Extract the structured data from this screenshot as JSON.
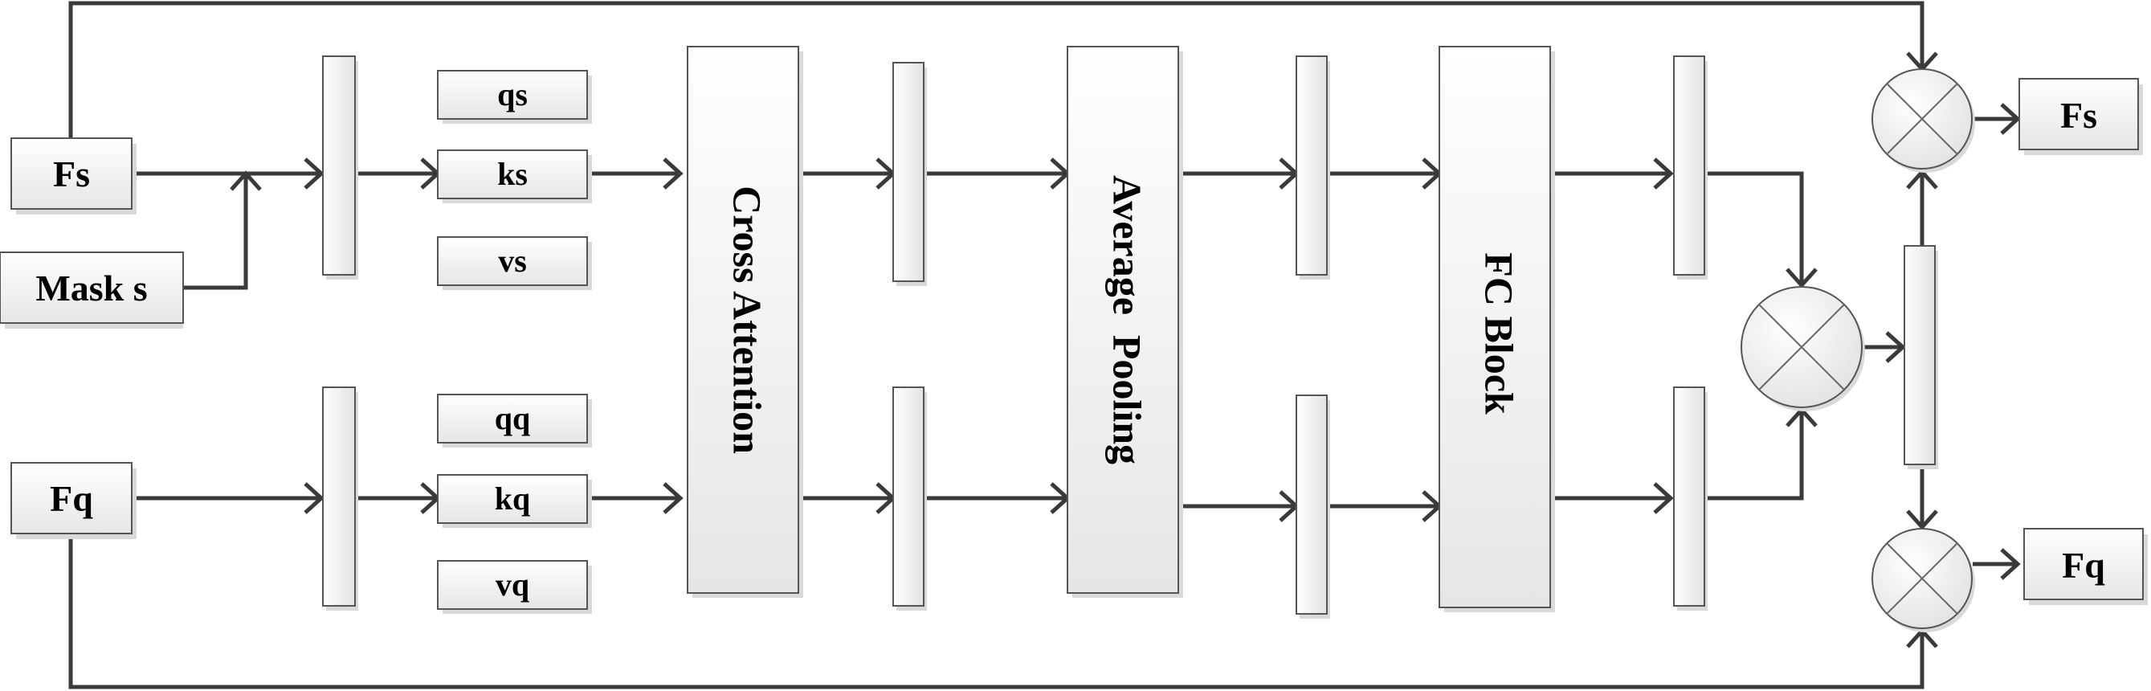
{
  "nodes": {
    "fs_in": "Fs",
    "mask": "Mask s",
    "fq_in": "Fq",
    "qs": "qs",
    "ks": "ks",
    "vs": "vs",
    "qq": "qq",
    "kq": "kq",
    "vq": "vq",
    "cross_attention": "Cross Attention",
    "average_pooling": "Average  Pooling",
    "fc_block": "FC Block",
    "fs_out": "Fs",
    "fq_out": "Fq"
  },
  "colors": {
    "stroke": "#3a3a3a",
    "box_fill_top": "#ffffff",
    "box_fill_bottom": "#e8e8e8"
  }
}
